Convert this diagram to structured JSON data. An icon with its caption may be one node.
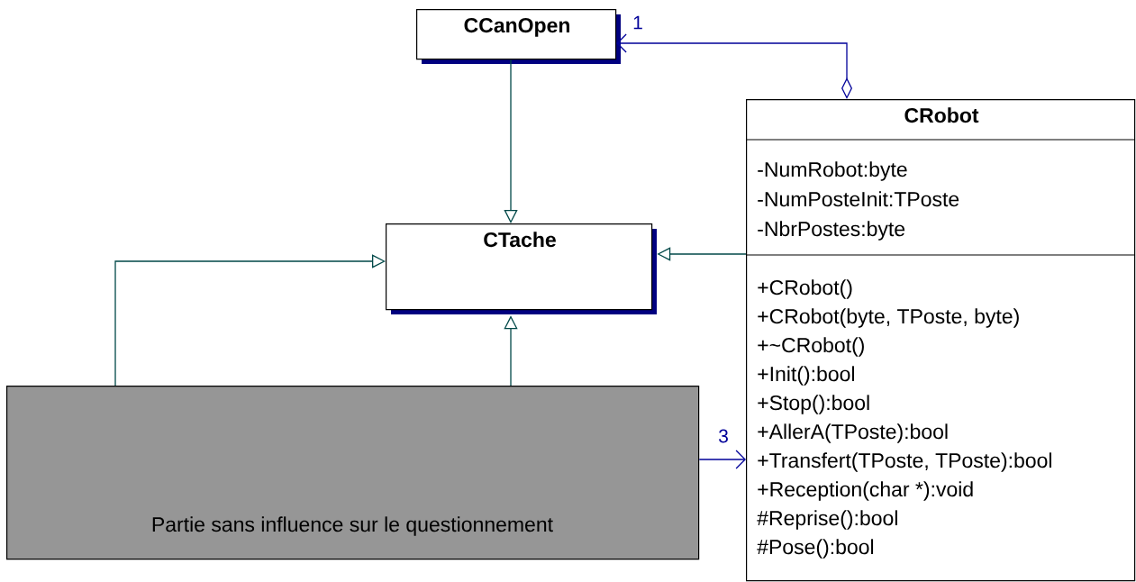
{
  "diagram": {
    "nodes": [
      {
        "text": [
          "CCanOpen"
        ]
      },
      {
        "text": [
          "CTache"
        ]
      },
      {
        "text": [
          "CRobot",
          "-NumRobot:byte",
          "-NumPosteInit:TPoste",
          "-NbrPostes:byte",
          "+CRobot()",
          "+CRobot(byte, TPoste, byte)",
          "+~CRobot()",
          "+Init():bool",
          "+Stop():bool",
          "+AllerA(TPoste):bool",
          "+Transfert(TPoste, TPoste):bool",
          "+Reception(char *):void",
          "#Reprise():bool",
          "#Pose():bool"
        ]
      },
      {
        "text": [
          "Partie sans influence sur le questionnement"
        ]
      }
    ],
    "edges": [
      {
        "from": 0,
        "to": 1,
        "arrow": "to"
      },
      {
        "from": 2,
        "to": 0,
        "arrow": "to",
        "label": "1",
        "color": "#000099"
      },
      {
        "from": 2,
        "to": 1,
        "arrow": "to"
      },
      {
        "from": 3,
        "to": 1,
        "arrow": "to"
      },
      {
        "from": 3,
        "to": 1,
        "arrow": "to"
      },
      {
        "from": 3,
        "to": 2,
        "arrow": "to",
        "label": "3",
        "color": "#000099"
      }
    ]
  }
}
